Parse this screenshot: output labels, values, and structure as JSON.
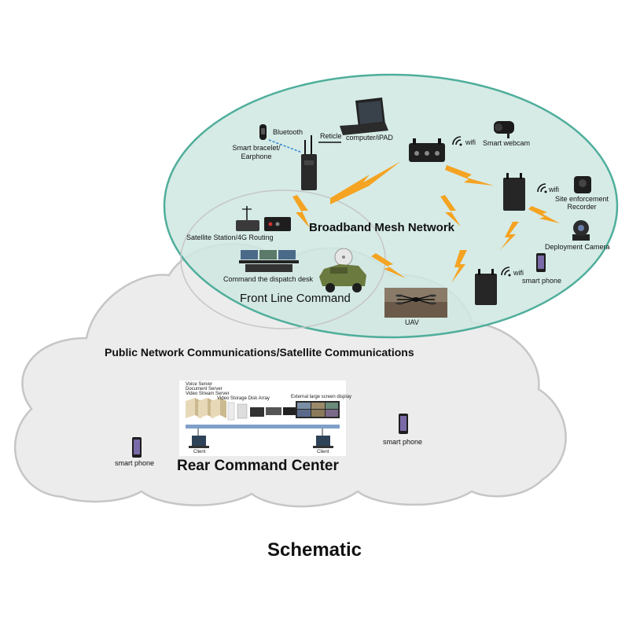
{
  "colors": {
    "mesh_fill": "#cfe8e2",
    "mesh_stroke": "#4fae9b",
    "cloud_fill": "#ececec",
    "cloud_stroke": "#c6c6c6",
    "lightning": "#f4a322",
    "bluetooth_link": "#2f86d6",
    "device": "#2a2a2a"
  },
  "mesh": {
    "title": "Broadband Mesh Network",
    "bluetooth": "Bluetooth",
    "reticle": "Reticle",
    "bracelet": "Smart bracelet/ Earphone",
    "computer": "computer/iPAD",
    "wifi": "wifi",
    "webcam": "Smart webcam",
    "recorder": "Site enforcement Recorder",
    "deploy_camera": "Deployment Camera",
    "smartphone": "smart phone",
    "satellite": "Satellite Station/4G Routing",
    "dispatch": "Command the dispatch desk",
    "front_line": "Front Line Command",
    "uav": "UAV"
  },
  "cloud": {
    "public_title": "Public Network Communications/Satellite Communications",
    "smartphone_left": "smart phone",
    "smartphone_right": "smart phone",
    "rear_title": "Rear Command Center"
  },
  "rear_center": {
    "servers": [
      "Voice Server",
      "Document Server",
      "Video Stream Server"
    ],
    "storage": "Video Storage Disk Array",
    "display": "External large screen display",
    "client": "Client"
  },
  "caption": "Schematic",
  "icons": [
    "laptop-icon",
    "webcam-icon",
    "radio-icon",
    "mesh-router-icon",
    "bracelet-icon",
    "recorder-icon",
    "ptz-camera-icon",
    "smartphone-icon",
    "satellite-dish-icon",
    "dispatch-desk-icon",
    "military-vehicle-icon",
    "drone-icon",
    "server-icon",
    "wifi-icon",
    "lightning-icon"
  ]
}
